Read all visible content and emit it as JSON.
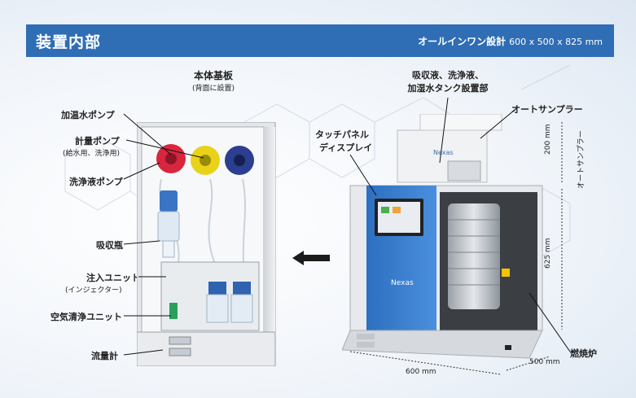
{
  "header": {
    "title": "装置内部",
    "subtitle": "オールインワン設計",
    "dimensions": "600 x 500 x 825 mm"
  },
  "left_panel": {
    "title": "本体基板",
    "title_note": "(背面に設置)",
    "callouts": {
      "heated_water_pump": "加温水ポンプ",
      "metering_pump": "計量ポンプ",
      "metering_pump_note": "(給水用、洗浄用)",
      "wash_pump": "洗浄液ポンプ",
      "absorption_bottle": "吸収瓶",
      "injection_unit": "注入ユニット",
      "injection_unit_note": "(インジェクター)",
      "air_cleaning_unit": "空気清浄ユニット",
      "flowmeter": "流量計"
    }
  },
  "right_panel": {
    "tank_label_line1": "吸収液、洗浄液、",
    "tank_label_line2": "加湿水タンク設置部",
    "touch_panel_line1": "タッチパネル",
    "touch_panel_line2": "ディスプレイ",
    "autosampler": "オートサンプラー",
    "furnace": "燃焼炉",
    "dim_autosampler": "200 mm",
    "dim_autosampler_label": "オートサンプラー",
    "dim_height": "625 mm",
    "dim_depth": "500 mm",
    "dim_width": "600 mm",
    "brand": "Nexas"
  }
}
